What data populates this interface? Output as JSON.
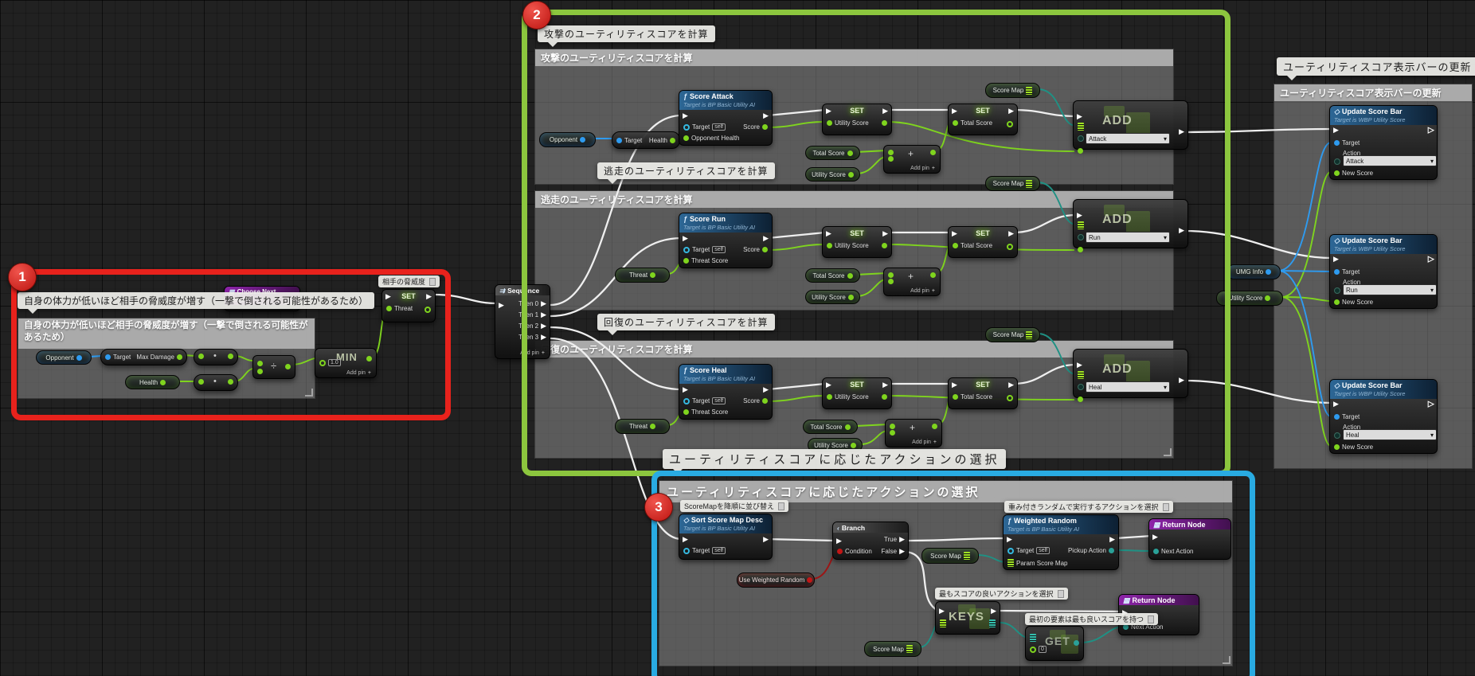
{
  "colors": {
    "red_frame": "#e8221c",
    "green_frame": "#8cc63e",
    "blue_frame": "#29abe2"
  },
  "badges": {
    "one": "1",
    "two": "2",
    "three": "3"
  },
  "common": {
    "set": "SET",
    "target": "Target",
    "self": "self",
    "score": "Score",
    "utility_score": "Utility Score",
    "total_score": "Total Score",
    "score_map": "Score Map",
    "threat": "Threat",
    "add_pin": "Add pin",
    "plus": "+",
    "bp_sub": "Target is BP Basic Utility AI",
    "add": "ADD",
    "action": "Action",
    "new_score": "New Score",
    "return_node": "Return Node",
    "next_action": "Next Action",
    "multiply": "•",
    "divide": "÷",
    "min": "MIN",
    "min_default": "1.0",
    "exec": "▶",
    "dd_arrow": "▾",
    "fn_icon": "ƒ",
    "call_icon": "◇",
    "seq_icon": "⇉",
    "branch_icon": "‹",
    "return_icon": "▦"
  },
  "threat_calc": {
    "tooltip": "自身の体力が低いほど相手の脅威度が増す（一撃で倒される可能性があるため）",
    "comment": "自身の体力が低いほど相手の脅威度が増す（一撃で倒される可能性があるため）",
    "choose_next_action": "Choose Next Action",
    "opponent": "Opponent",
    "max_damage": "Max Damage",
    "health": "Health",
    "set_tooltip": "相手の脅威度"
  },
  "sequence": {
    "title": "Sequence",
    "then0": "Then 0",
    "then1": "Then 1",
    "then2": "Then 2",
    "then3": "Then 3"
  },
  "rows": [
    {
      "tooltip": "攻撃のユーティリティスコアを計算",
      "comment": "攻撃のユーティリティスコアを計算",
      "fn": "Score Attack",
      "param": "Opponent Health",
      "action": "Attack",
      "pill_a": "Opponent",
      "get_label": "Target",
      "get_value": "Health"
    },
    {
      "tooltip": "逃走のユーティリティスコアを計算",
      "comment": "逃走のユーティリティスコアを計算",
      "fn": "Score Run",
      "param": "Threat Score",
      "action": "Run",
      "pill": "Threat"
    },
    {
      "tooltip": "回復のユーティリティスコアを計算",
      "comment": "回復のユーティリティスコアを計算",
      "fn": "Score Heal",
      "param": "Threat Score",
      "action": "Heal",
      "pill": "Threat"
    }
  ],
  "update_panel": {
    "tooltip": "ユーティリティスコア表示バーの更新",
    "comment": "ユーティリティスコア表示バーの更新",
    "title": "Update Score Bar",
    "sub": "Target is WBP Utility Score",
    "umg": "UMG Info",
    "utility": "Utility Score",
    "actions": [
      "Attack",
      "Run",
      "Heal"
    ]
  },
  "selection": {
    "tooltip": "ユーティリティスコアに応じたアクションの選択",
    "comment": "ユーティリティスコアに応じたアクションの選択",
    "sort_tooltip": "ScoreMapを降順に並び替え",
    "sort": "Sort Score Map Desc",
    "branch": "Branch",
    "condition": "Condition",
    "true_label": "True",
    "false_label": "False",
    "use_weighted_random": "Use Weighted Random",
    "weighted_tooltip": "重み付きランダムで実行するアクションを選択",
    "weighted": "Weighted Random",
    "pickup_action": "Pickup Action",
    "param_score_map": "Param Score Map",
    "keys_tooltip": "最もスコアの良いアクションを選択",
    "keys": "KEYS",
    "get_tooltip": "最初の要素は最も良いスコアを持つ",
    "get": "GET",
    "index_default": "0"
  }
}
